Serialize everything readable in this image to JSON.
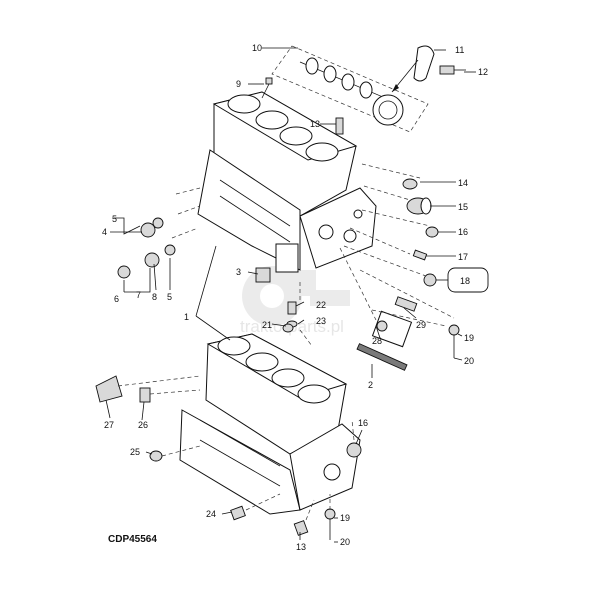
{
  "drawing_code": "CDP45564",
  "watermark_text": "traktorparts.pl",
  "callouts": {
    "c1": "1",
    "c2": "2",
    "c3": "3",
    "c4": "4",
    "c5a": "5",
    "c5b": "5",
    "c6": "6",
    "c7": "7",
    "c8": "8",
    "c9": "9",
    "c10": "10",
    "c11": "11",
    "c12": "12",
    "c13a": "13",
    "c13b": "13",
    "c14": "14",
    "c15": "15",
    "c16a": "16",
    "c16b": "16",
    "c17": "17",
    "c18": "18",
    "c19a": "19",
    "c19b": "19",
    "c20a": "20",
    "c20b": "20",
    "c21": "21",
    "c22": "22",
    "c23": "23",
    "c24": "24",
    "c25": "25",
    "c26": "26",
    "c27": "27",
    "c28": "28",
    "c29": "29"
  },
  "colors": {
    "line": "#111111",
    "fill_part": "#ffffff",
    "fill_shade": "#d9d9d9",
    "watermark": "#c8c8c8"
  }
}
